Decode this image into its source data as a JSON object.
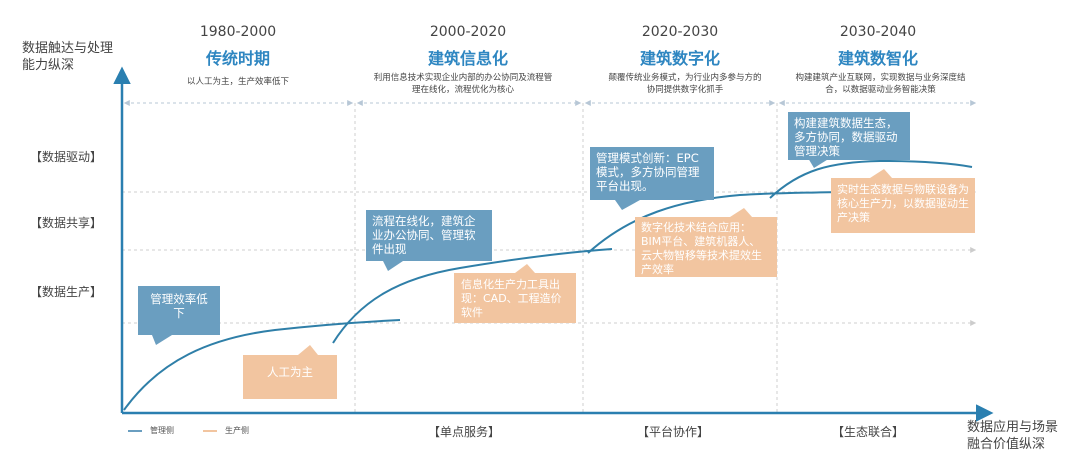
{
  "axes": {
    "y_title": [
      "数据触达与处理",
      "能力纵深"
    ],
    "x_title": [
      "数据应用与场景",
      "融合价值纵深"
    ]
  },
  "eras": [
    {
      "years": "1980-2000",
      "name": "传统时期",
      "desc": "以人工为主，生产效率低下"
    },
    {
      "years": "2000-2020",
      "name": "建筑信息化",
      "desc": "利用信息技术实现企业内部的办公协同及流程管理在线化，流程优化为核心"
    },
    {
      "years": "2020-2030",
      "name": "建筑数字化",
      "desc": "颠覆传统业务模式，为行业内多参与方的协同提供数字化抓手"
    },
    {
      "years": "2030-2040",
      "name": "建筑数智化",
      "desc": "构建建筑产业互联网，实现数据与业务深度结合，以数据驱动业务智能决策"
    }
  ],
  "levels": [
    "【数据驱动】",
    "【数据共享】",
    "【数据生产】"
  ],
  "stages": [
    "【单点服务】",
    "【平台协作】",
    "【生态联合】"
  ],
  "legend": [
    {
      "label": "管理侧",
      "color": "#6a9ec0"
    },
    {
      "label": "生产侧",
      "color": "#f2c5a0"
    }
  ],
  "boxes": {
    "mgmt_1": "管理效率低下",
    "prod_1": "人工为主",
    "mgmt_2": "流程在线化，建筑企业办公协同、管理软件出现",
    "prod_2": "信息化生产力工具出现：CAD、工程造价软件",
    "mgmt_3": "管理模式创新：EPC模式，多方协同管理平台出现。",
    "prod_3": "数字化技术结合应用：BIM平台、建筑机器人、云大物智移等技术提效生产效率",
    "mgmt_4": "构建建筑数据生态，多方协同，数据驱动管理决策",
    "prod_4": "实时生态数据与物联设备为核心生产力，以数据驱动生产决策"
  },
  "colors": {
    "accent": "#2e86c1",
    "axis": "#2a7fb0",
    "mgmt_line": "#2f7fa8",
    "prod_line": "#f2c5a0"
  }
}
